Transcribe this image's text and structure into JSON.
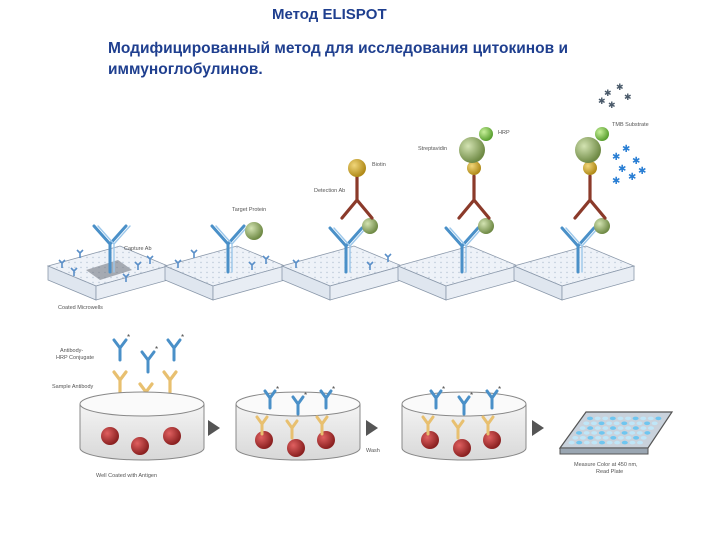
{
  "title": "Метод ELISPOT",
  "subtitle": "Модифицированный метод для исследования цитокинов и иммуноглобулинов.",
  "colors": {
    "title_text": "#1f3f8f",
    "capture_ab": "#4a90c8",
    "detection_ab": "#8b3a2a",
    "biotin": "#c9a227",
    "streptavidin": "#8aa060",
    "hrp": "#7ac043",
    "tmb": "#2a7fd4",
    "target_protein": "#7f8f6a",
    "sample_ab": "#e8c070",
    "antigen_spot": "#a83232",
    "arrow": "#555555"
  },
  "top_labels": {
    "capture_ab": "Capture Ab",
    "coated_microwells": "Coated Microwells",
    "target_protein": "Target Protein",
    "detection_ab": "Detection Ab",
    "biotin": "Biotin",
    "streptavidin": "Streptavidin",
    "hrp": "HRP",
    "tmb_substrate": "TMB Substrate"
  },
  "bottom_labels": {
    "antibody_hrp_line1": "Antibody-",
    "antibody_hrp_line2": "HRP Conjugate",
    "sample_antibody": "Sample Antibody",
    "well_coated": "Well Coated with Antigen",
    "wash": "Wash",
    "measure_line1": "Measure Color at 450 nm,",
    "measure_line2": "Read Plate"
  },
  "icons": [
    "y-antibody-icon",
    "star-substrate-icon",
    "petri-dish-icon",
    "arrow-right-icon",
    "microplate-icon"
  ]
}
